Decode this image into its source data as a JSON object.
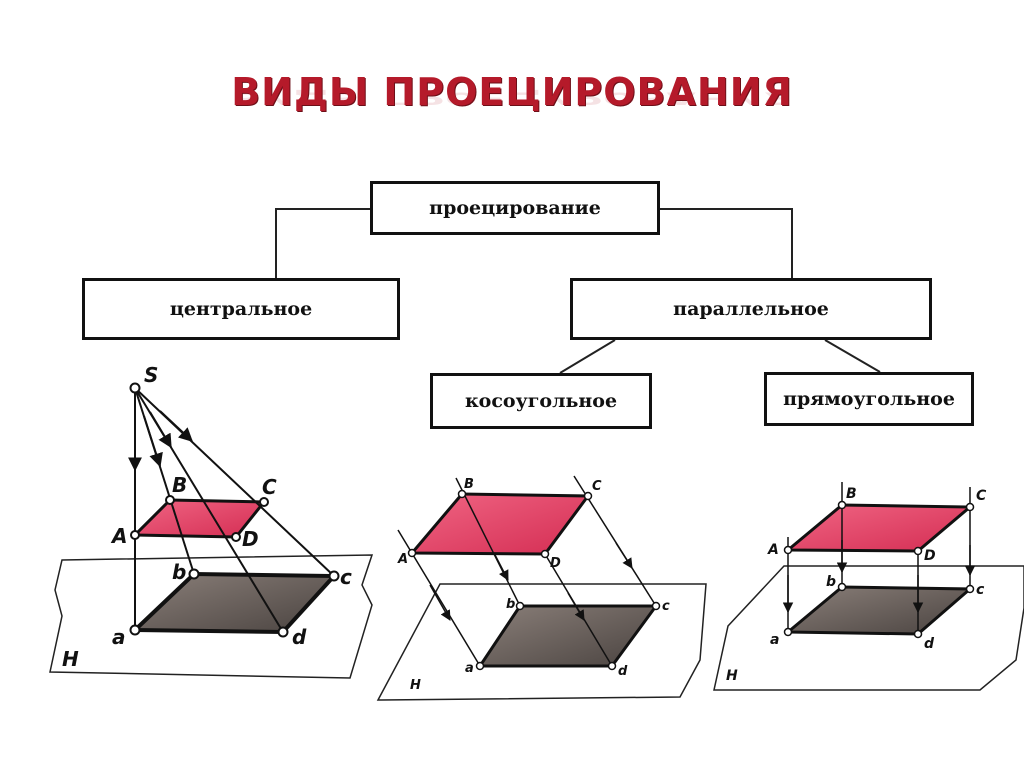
{
  "title": "ВИДЫ ПРОЕЦИРОВАНИЯ",
  "tree": {
    "root": "проецирование",
    "central": "центральное",
    "parallel": "параллельное",
    "oblique": "косоугольное",
    "rectangular": "прямоугольное"
  },
  "figures": {
    "central": {
      "center_label": "S",
      "upper_labels": [
        "A",
        "B",
        "C",
        "D"
      ],
      "lower_labels": [
        "a",
        "b",
        "c",
        "d"
      ],
      "plane_label": "H"
    },
    "oblique": {
      "upper_labels": [
        "A",
        "B",
        "C",
        "D"
      ],
      "lower_labels": [
        "a",
        "b",
        "c",
        "d"
      ],
      "plane_label": "H"
    },
    "rectangular": {
      "upper_labels": [
        "A",
        "B",
        "C",
        "D"
      ],
      "lower_labels": [
        "a",
        "b",
        "c",
        "d"
      ],
      "plane_label": "H"
    }
  },
  "colors": {
    "title": "#b51a2a",
    "figure_fill": "#e83a5f",
    "projection_fill": "#5e5652",
    "line": "#111111"
  }
}
